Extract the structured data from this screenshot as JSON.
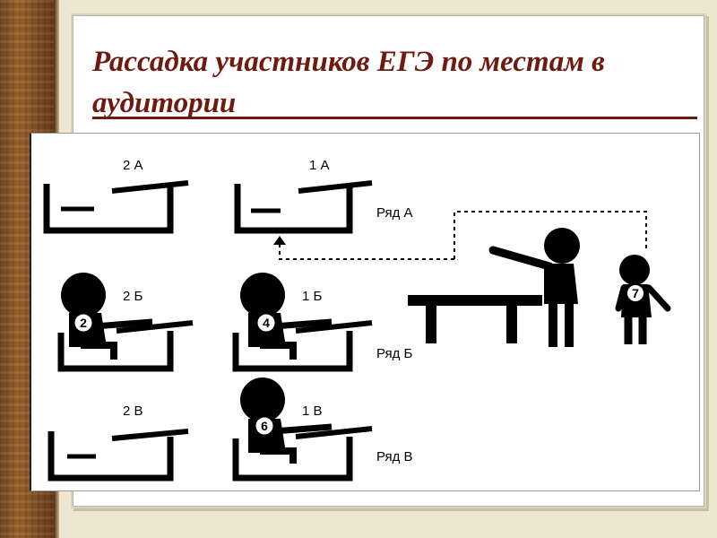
{
  "title": "Рассадка участников ЕГЭ по местам в аудитории",
  "diagram": {
    "seat_labels": [
      "2 А",
      "1 А",
      "2 Б",
      "1 Б",
      "2 В",
      "1 В"
    ],
    "row_labels": [
      "Ряд А",
      "Ряд Б",
      "Ряд В"
    ],
    "participant_numbers": [
      "2",
      "4",
      "6"
    ],
    "organizer_number": "7"
  }
}
